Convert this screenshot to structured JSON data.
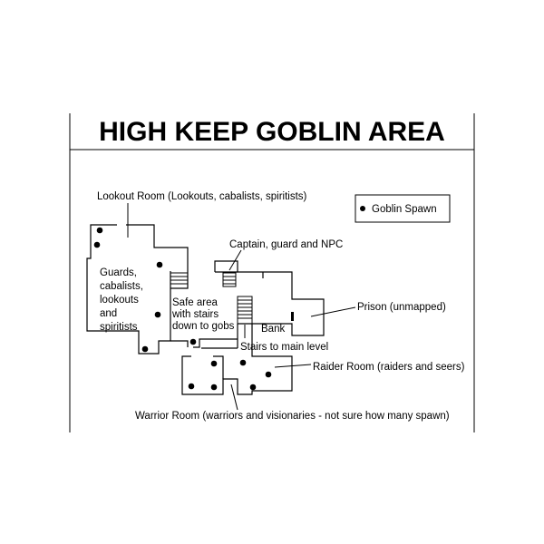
{
  "title": "HIGH KEEP GOBLIN AREA",
  "legend": {
    "label": "Goblin Spawn"
  },
  "labels": {
    "lookout": "Lookout Room (Lookouts, cabalists, spiritists)",
    "captain": "Captain, guard and NPC",
    "guards": [
      "Guards,",
      "cabalists,",
      "lookouts",
      "and",
      "spiritists"
    ],
    "safe": [
      "Safe area",
      "with stairs",
      "down to gobs"
    ],
    "bank": "Bank",
    "prison": "Prison (unmapped)",
    "stairs_main": "Stairs to main level",
    "raider": "Raider Room (raiders and seers)",
    "warrior": "Warrior Room (warriors and visionaries - not sure how many spawn)"
  },
  "colors": {
    "ink": "#000000",
    "background": "#ffffff"
  }
}
